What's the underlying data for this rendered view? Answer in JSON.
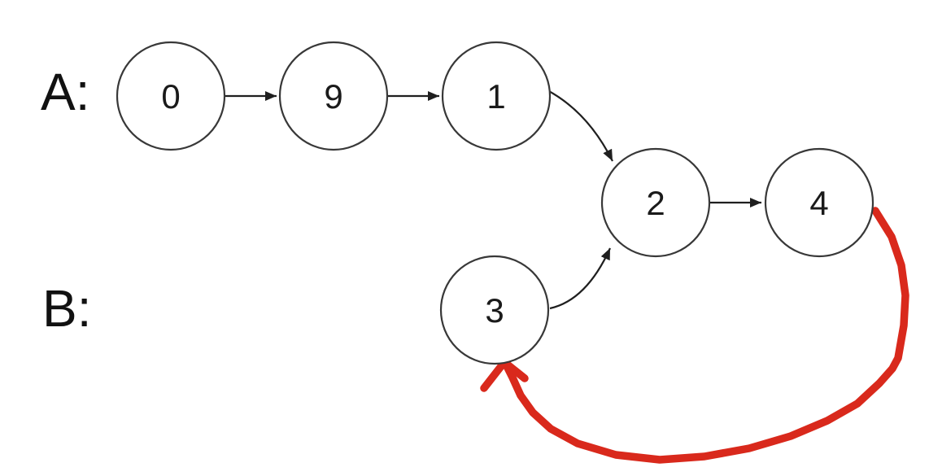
{
  "diagram": {
    "type": "linked-list-intersection",
    "background": "#ffffff",
    "label_a": "A:",
    "label_b": "B:",
    "node_fill": "#ffffff",
    "node_border": "#383838",
    "edge_color": "#1f1f1f",
    "annotation_color": "#d9291c"
  },
  "nodes": [
    {
      "id": "a-head",
      "value": "0",
      "list": "A"
    },
    {
      "id": "a-second",
      "value": "9",
      "list": "A"
    },
    {
      "id": "a-third",
      "value": "1",
      "list": "A"
    },
    {
      "id": "shared-first",
      "value": "2",
      "list": "A+B"
    },
    {
      "id": "shared-second",
      "value": "4",
      "list": "A+B"
    },
    {
      "id": "b-head",
      "value": "3",
      "list": "B"
    }
  ],
  "lists": {
    "a_sequence": [
      "0",
      "9",
      "1",
      "2",
      "4"
    ],
    "b_sequence": [
      "3",
      "2",
      "4"
    ]
  },
  "edges": [
    {
      "from": "0",
      "to": "9",
      "style": "straight"
    },
    {
      "from": "9",
      "to": "1",
      "style": "straight"
    },
    {
      "from": "1",
      "to": "2",
      "style": "curved"
    },
    {
      "from": "3",
      "to": "2",
      "style": "curved"
    },
    {
      "from": "2",
      "to": "4",
      "style": "straight"
    },
    {
      "from": "4",
      "to": "3",
      "style": "hand-drawn-red-cycle"
    }
  ]
}
